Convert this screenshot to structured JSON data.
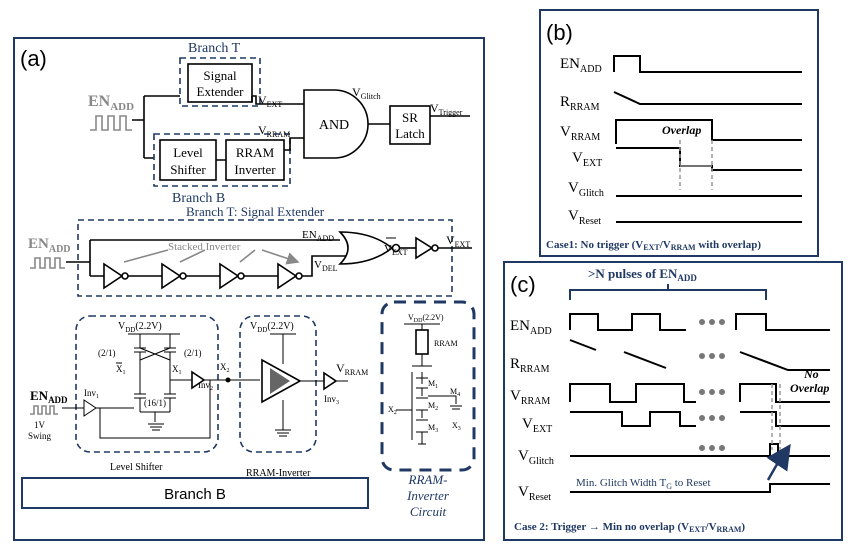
{
  "panel_a": {
    "label": "(a)",
    "branch_t_label": "Branch T",
    "branch_b_label": "Branch B",
    "en_add": {
      "main": "EN",
      "sub": "ADD"
    },
    "signal_extender_line1": "Signal",
    "signal_extender_line2": "Extender",
    "level_shifter_line1": "Level",
    "level_shifter_line2": "Shifter",
    "rram_inverter_line1": "RRAM",
    "rram_inverter_line2": "Inverter",
    "and_label": "AND",
    "sr_latch_line1": "SR",
    "sr_latch_line2": "Latch",
    "v_ext": {
      "main": "V",
      "sub": "EXT"
    },
    "v_rram": {
      "main": "V",
      "sub": "RRAM"
    },
    "v_glitch": {
      "main": "V",
      "sub": "Glitch"
    },
    "v_trigger": {
      "main": "V",
      "sub": "Trigger"
    },
    "signal_extender_title": "Branch T: Signal Extender",
    "stacked_inverter": "Stacked Inverter",
    "en_add_2": {
      "main": "EN",
      "sub": "ADD"
    },
    "v_del": {
      "main": "V",
      "sub": "DEL"
    },
    "v_ext_bar": {
      "main": "V",
      "sub": "EXT"
    },
    "v_ext_out": {
      "main": "V",
      "sub": "EXT"
    },
    "vdd_ls": "V",
    "vdd_ls_sub": "DD",
    "vdd_value": "(2.2V)",
    "ratio_left": "(2/1)",
    "ratio_right": "(2/1)",
    "ratio_bottom": "(16/1)",
    "x1bar": "X",
    "x1": "X",
    "x2": "X",
    "x2_2": "X",
    "x3": "X",
    "inv1": "Inv",
    "inv2": "Inv",
    "inv3": "Inv",
    "swing_1": "1V",
    "swing_2": "Swing",
    "level_shifter_caption": "Level Shifter",
    "rram_inverter_caption": "RRAM-Inverter",
    "rram_label": "RRAM",
    "m1": "M",
    "m2": "M",
    "m3": "M",
    "m4": "M",
    "circuit_caption_1": "RRAM-",
    "circuit_caption_2": "Inverter",
    "circuit_caption_3": "Circuit",
    "branch_b_bar": "Branch B"
  },
  "panel_b": {
    "label": "(b)",
    "signals": [
      {
        "main": "EN",
        "sub": "ADD"
      },
      {
        "main": "R",
        "sub": "RRAM"
      },
      {
        "main": "V",
        "sub": "RRAM"
      },
      {
        "main": "V",
        "sub": "EXT"
      },
      {
        "main": "V",
        "sub": "Glitch"
      },
      {
        "main": "V",
        "sub": "Reset"
      }
    ],
    "overlap": "Overlap",
    "caption": "Case1: No trigger (V",
    "caption_sub1": "EXT",
    "caption_mid": "/V",
    "caption_sub2": "RRAM",
    "caption_end": " with overlap)"
  },
  "panel_c": {
    "label": "(c)",
    "pulses_title": ">N pulses of EN",
    "pulses_sub": "ADD",
    "signals": [
      {
        "main": "EN",
        "sub": "ADD"
      },
      {
        "main": "R",
        "sub": "RRAM"
      },
      {
        "main": "V",
        "sub": "RRAM"
      },
      {
        "main": "V",
        "sub": "EXT"
      },
      {
        "main": "V",
        "sub": "Glitch"
      },
      {
        "main": "V",
        "sub": "Reset"
      }
    ],
    "no_overlap_1": "No",
    "no_overlap_2": "Overlap",
    "min_glitch": "Min. Glitch Width T",
    "min_glitch_sub": "G",
    "min_glitch_end": " to Reset",
    "caption": "Case 2: Trigger → Min no overlap (V",
    "caption_sub1": "EXT",
    "caption_mid": "/V",
    "caption_sub2": "RRAM",
    "caption_end": ")"
  }
}
